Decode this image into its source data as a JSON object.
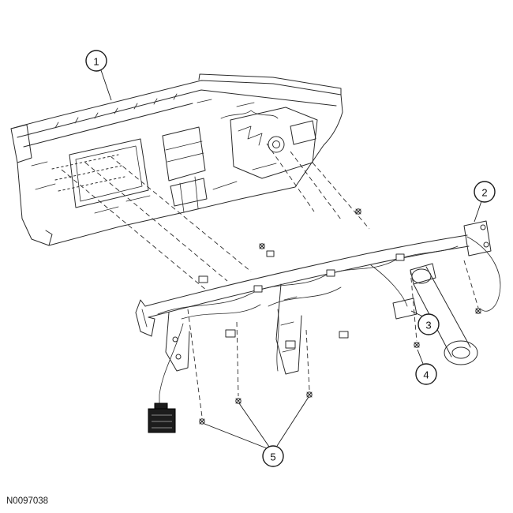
{
  "figure": {
    "id_label": "N0097038",
    "callouts": [
      {
        "label": "1"
      },
      {
        "label": "2"
      },
      {
        "label": "3"
      },
      {
        "label": "4"
      },
      {
        "label": "5"
      }
    ]
  }
}
